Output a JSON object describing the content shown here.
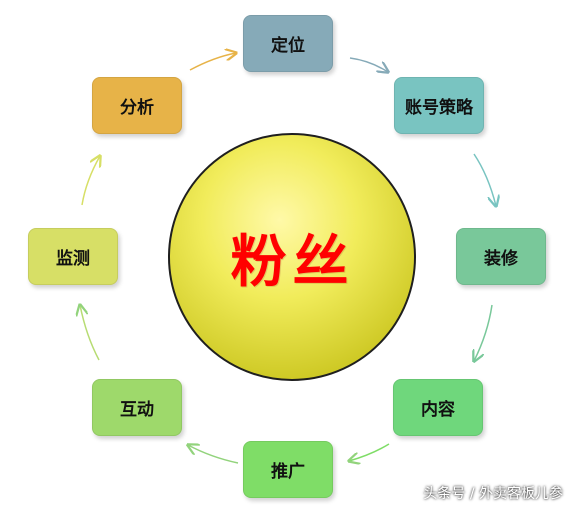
{
  "diagram": {
    "center_label": "粉丝",
    "nodes": [
      {
        "key": "positioning",
        "label": "定位",
        "fill": "#86aab8"
      },
      {
        "key": "account_strategy",
        "label": "账号策略",
        "fill": "#79c4c1"
      },
      {
        "key": "decoration",
        "label": "装修",
        "fill": "#79c89a"
      },
      {
        "key": "content",
        "label": "内容",
        "fill": "#6fd77c"
      },
      {
        "key": "promotion",
        "label": "推广",
        "fill": "#7fdd67"
      },
      {
        "key": "interaction",
        "label": "互动",
        "fill": "#9ed96b"
      },
      {
        "key": "monitoring",
        "label": "监测",
        "fill": "#d7df66"
      },
      {
        "key": "analysis",
        "label": "分析",
        "fill": "#e7b348"
      }
    ],
    "center_fill": "#e8e244",
    "center_stroke": "#1f1f1f"
  },
  "watermark": "头条号 / 外卖客板儿参"
}
